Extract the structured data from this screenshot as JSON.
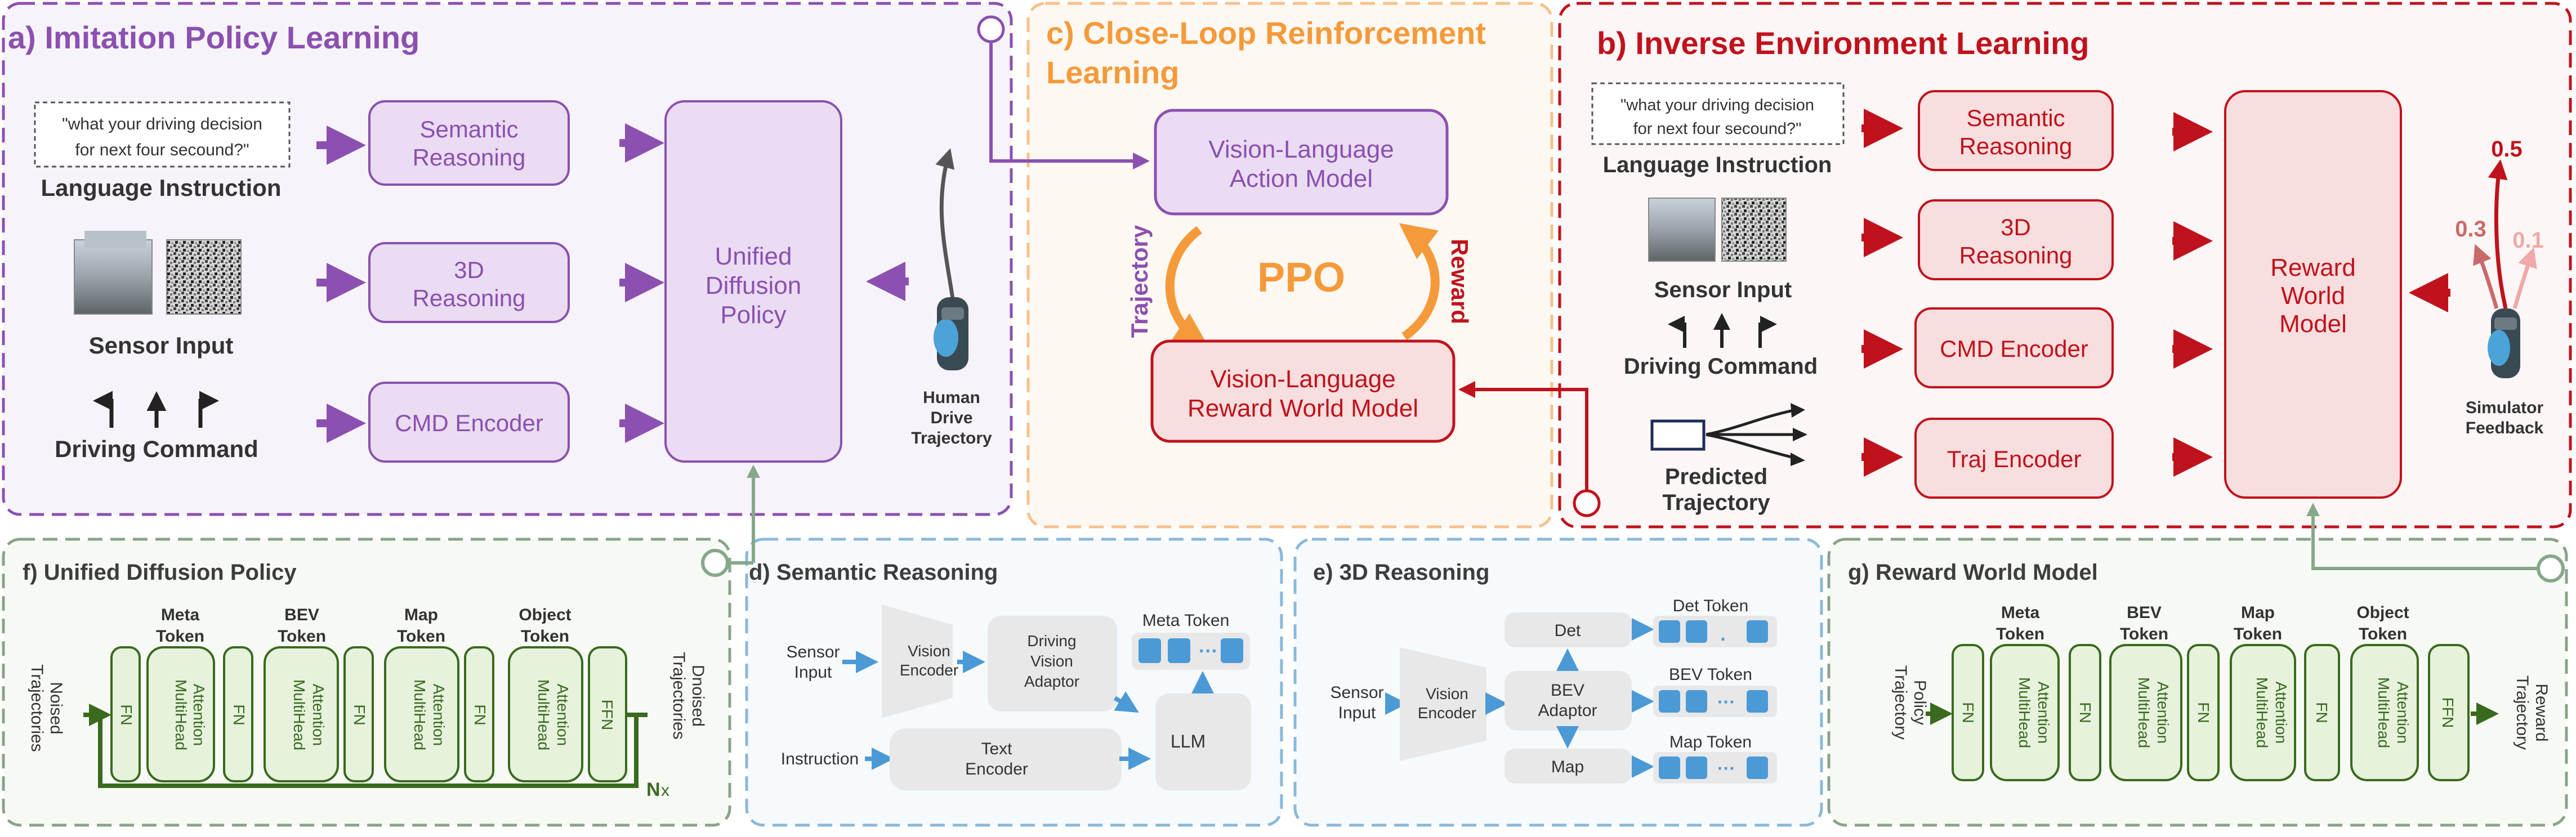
{
  "panels": {
    "a": {
      "title": "a) Imitation Policy Learning"
    },
    "b": {
      "title": "b) Inverse Environment Learning"
    },
    "c": {
      "title_line1": "c) Close-Loop Reinforcement",
      "title_line2": "Learning"
    },
    "d": {
      "title": "d) Semantic Reasoning"
    },
    "e": {
      "title": "e) 3D Reasoning"
    },
    "f": {
      "title": "f) Unified Diffusion Policy"
    },
    "g": {
      "title": "g) Reward World Model"
    }
  },
  "panel_a": {
    "instruction_line1": "\"what your driving decision",
    "instruction_line2": "for next four secound?\"",
    "language_instruction": "Language Instruction",
    "sensor_input": "Sensor Input",
    "driving_command": "Driving Command",
    "semantic_line1": "Semantic",
    "semantic_line2": "Reasoning",
    "reasoning3d_line1": "3D",
    "reasoning3d_line2": "Reasoning",
    "cmd_encoder": "CMD Encoder",
    "udp_line1": "Unified",
    "udp_line2": "Diffusion",
    "udp_line3": "Policy",
    "human_line1": "Human",
    "human_line2": "Drive",
    "human_line3": "Trajectory"
  },
  "panel_b": {
    "instruction_line1": "\"what your driving decision",
    "instruction_line2": "for next four secound?\"",
    "language_instruction": "Language Instruction",
    "sensor_input": "Sensor Input",
    "driving_command": "Driving Command",
    "predicted_line1": "Predicted",
    "predicted_line2": "Trajectory",
    "semantic_line1": "Semantic",
    "semantic_line2": "Reasoning",
    "reasoning3d_line1": "3D",
    "reasoning3d_line2": "Reasoning",
    "cmd_encoder": "CMD Encoder",
    "traj_encoder": "Traj Encoder",
    "rwm_line1": "Reward",
    "rwm_line2": "World",
    "rwm_line3": "Model",
    "score_top": "0.5",
    "score_left": "0.3",
    "score_right": "0.1",
    "simulator_line1": "Simulator",
    "simulator_line2": "Feedback"
  },
  "panel_c": {
    "vla_line1": "Vision-Language",
    "vla_line2": "Action Model",
    "vlrwm_line1": "Vision-Language",
    "vlrwm_line2": "Reward World Model",
    "ppo": "PPO",
    "trajectory": "Trajectory",
    "reward": "Reward"
  },
  "panel_d": {
    "sensor_input_line1": "Sensor",
    "sensor_input_line2": "Input",
    "instruction": "Instruction",
    "vision_encoder_line1": "Vision",
    "vision_encoder_line2": "Encoder",
    "adaptor_line1": "Driving",
    "adaptor_line2": "Vision",
    "adaptor_line3": "Adaptor",
    "text_encoder_line1": "Text",
    "text_encoder_line2": "Encoder",
    "llm": "LLM",
    "meta_token": "Meta Token",
    "dots": "···"
  },
  "panel_e": {
    "sensor_input_line1": "Sensor",
    "sensor_input_line2": "Input",
    "vision_encoder_line1": "Vision",
    "vision_encoder_line2": "Encoder",
    "det": "Det",
    "bev_adaptor_line1": "BEV",
    "bev_adaptor_line2": "Adaptor",
    "map": "Map",
    "det_token": "Det Token",
    "bev_token": "BEV Token",
    "map_token": "Map Token",
    "dots": "···",
    "dot": "."
  },
  "panel_f": {
    "input_line1": "Noised",
    "input_line2": "Trajectories",
    "output_line1": "Dnoised",
    "output_line2": "Trajectories",
    "fn": "FN",
    "ffn": "FFN",
    "attn_line1": "MultiHead",
    "attn_line2": "Attention",
    "meta_line1": "Meta",
    "bev_line1": "BEV",
    "map_line1": "Map",
    "object_line1": "Object",
    "token": "Token",
    "nx_n": "N",
    "nx_x": "x"
  },
  "panel_g": {
    "input_line1": "Policy",
    "input_line2": "Trajectory",
    "output_line1": "Trajectory",
    "output_line2": "Reward",
    "fn": "FN",
    "ffn": "FFN",
    "attn_line1": "MultiHead",
    "attn_line2": "Attention",
    "meta_line1": "Meta",
    "bev_line1": "BEV",
    "map_line1": "Map",
    "object_line1": "Object",
    "token": "Token"
  },
  "colors": {
    "purple": "#8b50b0",
    "purple_fill": "#eadcf2",
    "red": "#c0121c",
    "red_fill": "#f8dede",
    "orange": "#f59a3a",
    "green": "#3a6a1e",
    "green_fill": "#e6f2dc",
    "blue": "#4b9ad6",
    "gray_fill": "#e8e8e8"
  }
}
